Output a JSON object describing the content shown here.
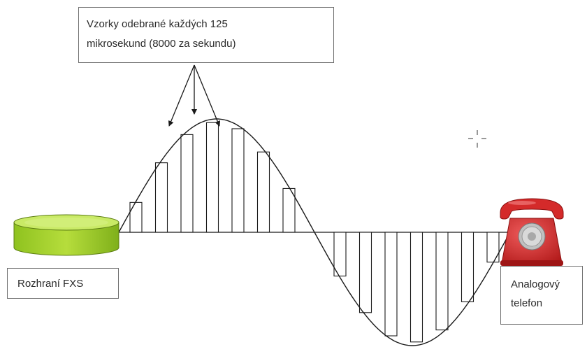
{
  "callout": {
    "line1": "Vzorky odebrané každých 125",
    "line2": "mikrosekund (8000 za sekundu)"
  },
  "fxs": {
    "label": "Rozhraní FXS"
  },
  "phone": {
    "line1": "Analogový",
    "line2": "telefon"
  },
  "colors": {
    "fxs_fill": "#9acd32",
    "fxs_top": "#c3e65c",
    "phone_red": "#d22626",
    "line": "#1a1a1a",
    "box_border": "#6f6f6f"
  },
  "icons": [
    "fxs-interface-cylinder-icon",
    "analog-telephone-icon",
    "crosshair-cursor-icon"
  ]
}
